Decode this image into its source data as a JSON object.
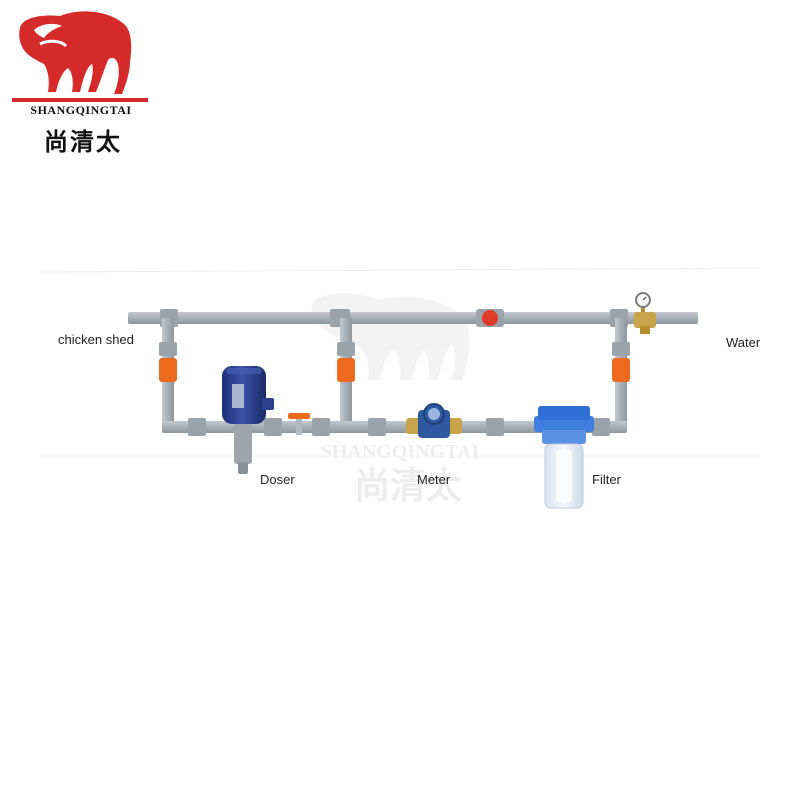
{
  "logo": {
    "brand_name": "SHANGQINGTAI",
    "brand_name_cn": "尚清太",
    "brand_color": "#d42a2a"
  },
  "watermark": {
    "brand_name": "SHANGQINGTAI",
    "brand_name_cn": "尚清太"
  },
  "labels": {
    "chicken_shed": "chicken shed",
    "water": "Water",
    "doser": "Doser",
    "meter": "Meter",
    "filter": "Filter"
  },
  "colors": {
    "pipe": "#a9b1b9",
    "pipe_edge": "#8a929a",
    "valve": "#ee6a1f",
    "doser": "#2b3f8f",
    "meter_brass": "#c9a34a",
    "filter_head": "#2f6fd6",
    "filter_bowl": "#e4edf6"
  }
}
